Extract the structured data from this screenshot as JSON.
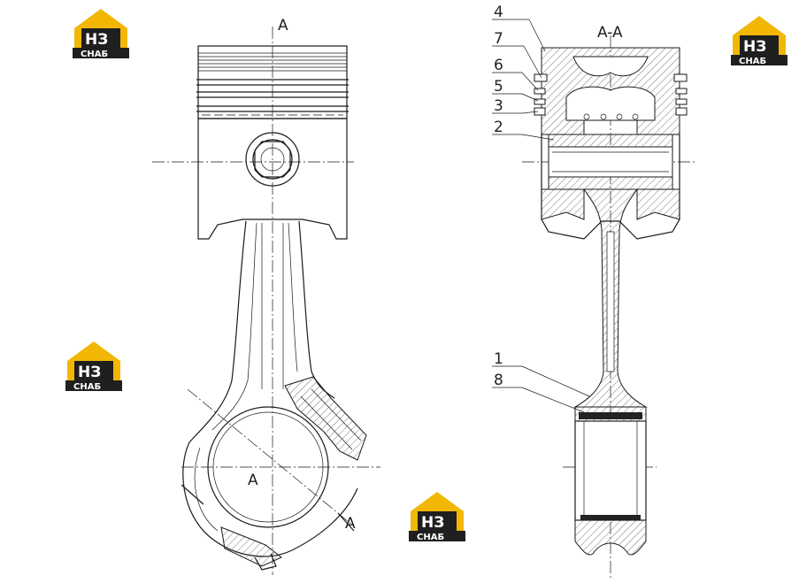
{
  "section_marks": {
    "top": "A",
    "section_title": "A-A",
    "cut_left": "A",
    "cut_right": "A"
  },
  "callouts": [
    "4",
    "7",
    "6",
    "5",
    "3",
    "2",
    "1",
    "8"
  ],
  "logo": {
    "top_text": "НЗ",
    "bottom_text": "СНАБ",
    "accent": "#f2b705",
    "dark": "#1f1f1f"
  }
}
